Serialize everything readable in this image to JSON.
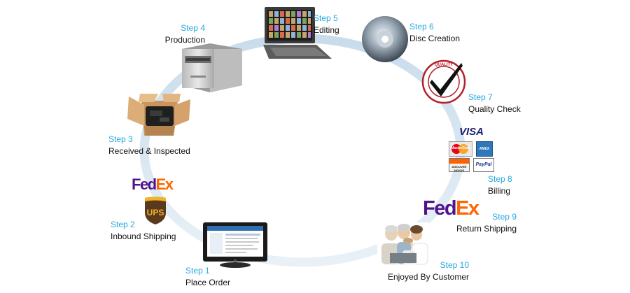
{
  "colors": {
    "step_number": "#29a8e0",
    "label": "#111111",
    "ring": "#d4e3ef",
    "fedex_purple": "#4d148c",
    "fedex_orange": "#ff6600",
    "ups_brown": "#5a3a1e",
    "ups_gold": "#f4b324"
  },
  "steps": [
    {
      "number": "Step 1",
      "label": "Place Order",
      "icon": "computer-monitor-icon"
    },
    {
      "number": "Step 2",
      "label": "Inbound Shipping",
      "icon": "fedex-ups-logo-icon"
    },
    {
      "number": "Step 3",
      "label": "Received & Inspected",
      "icon": "open-box-icon"
    },
    {
      "number": "Step 4",
      "label": "Production",
      "icon": "scanner-machine-icon"
    },
    {
      "number": "Step 5",
      "label": "Editing",
      "icon": "laptop-icon"
    },
    {
      "number": "Step 6",
      "label": "Disc Creation",
      "icon": "disc-icon"
    },
    {
      "number": "Step 7",
      "label": "Quality Check",
      "icon": "quality-seal-icon"
    },
    {
      "number": "Step 8",
      "label": "Billing",
      "icon": "credit-cards-icon"
    },
    {
      "number": "Step 9",
      "label": "Return Shipping",
      "icon": "fedex-logo-icon"
    },
    {
      "number": "Step 10",
      "label": "Enjoyed By Customer",
      "icon": "family-photo-icon"
    }
  ],
  "logos": {
    "fedex_fe": "Fed",
    "fedex_ex": "Ex",
    "ups": "UPS",
    "visa": "VISA",
    "mastercard": "MasterCard",
    "amex": "AMEX",
    "discover": "DISCOVER NOVUS",
    "paypal": "PayPal",
    "quality": "QUALITY"
  }
}
